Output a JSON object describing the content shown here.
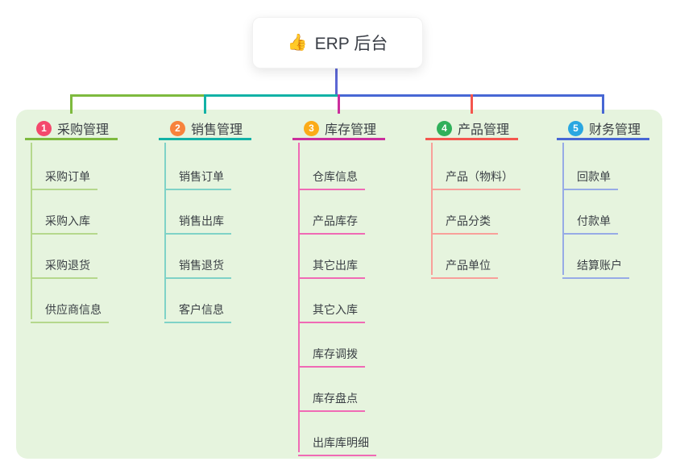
{
  "root": {
    "icon": "👍",
    "icon_name": "thumbs-up-icon",
    "label": "ERP 后台"
  },
  "canvas": {
    "background_color": "#ffffff",
    "panel_color": "#e6f4de",
    "root_trunk_color": "#5c67d4",
    "text_color": "#3b4045"
  },
  "branches": [
    {
      "badge": "1",
      "badge_color": "#f4486c",
      "label": "采购管理",
      "line_color": "#7eba3e",
      "child_line_color": "#b5d88c",
      "children": [
        "采购订单",
        "采购入库",
        "采购退货",
        "供应商信息"
      ]
    },
    {
      "badge": "2",
      "badge_color": "#f7833c",
      "label": "销售管理",
      "line_color": "#12b2a6",
      "child_line_color": "#7fd2c7",
      "children": [
        "销售订单",
        "销售出库",
        "销售退货",
        "客户信息"
      ]
    },
    {
      "badge": "3",
      "badge_color": "#fbab18",
      "label": "库存管理",
      "line_color": "#cb2e9d",
      "child_line_color": "#f06ab5",
      "children": [
        "仓库信息",
        "产品库存",
        "其它出库",
        "其它入库",
        "库存调拨",
        "库存盘点",
        "出库库明细"
      ]
    },
    {
      "badge": "4",
      "badge_color": "#30b05a",
      "label": "产品管理",
      "line_color": "#f4564e",
      "child_line_color": "#f8a09a",
      "children": [
        "产品（物料）",
        "产品分类",
        "产品单位"
      ]
    },
    {
      "badge": "5",
      "badge_color": "#2aa7e1",
      "label": "财务管理",
      "line_color": "#4767d4",
      "child_line_color": "#97abe6",
      "children": [
        "回款单",
        "付款单",
        "结算账户"
      ]
    }
  ]
}
